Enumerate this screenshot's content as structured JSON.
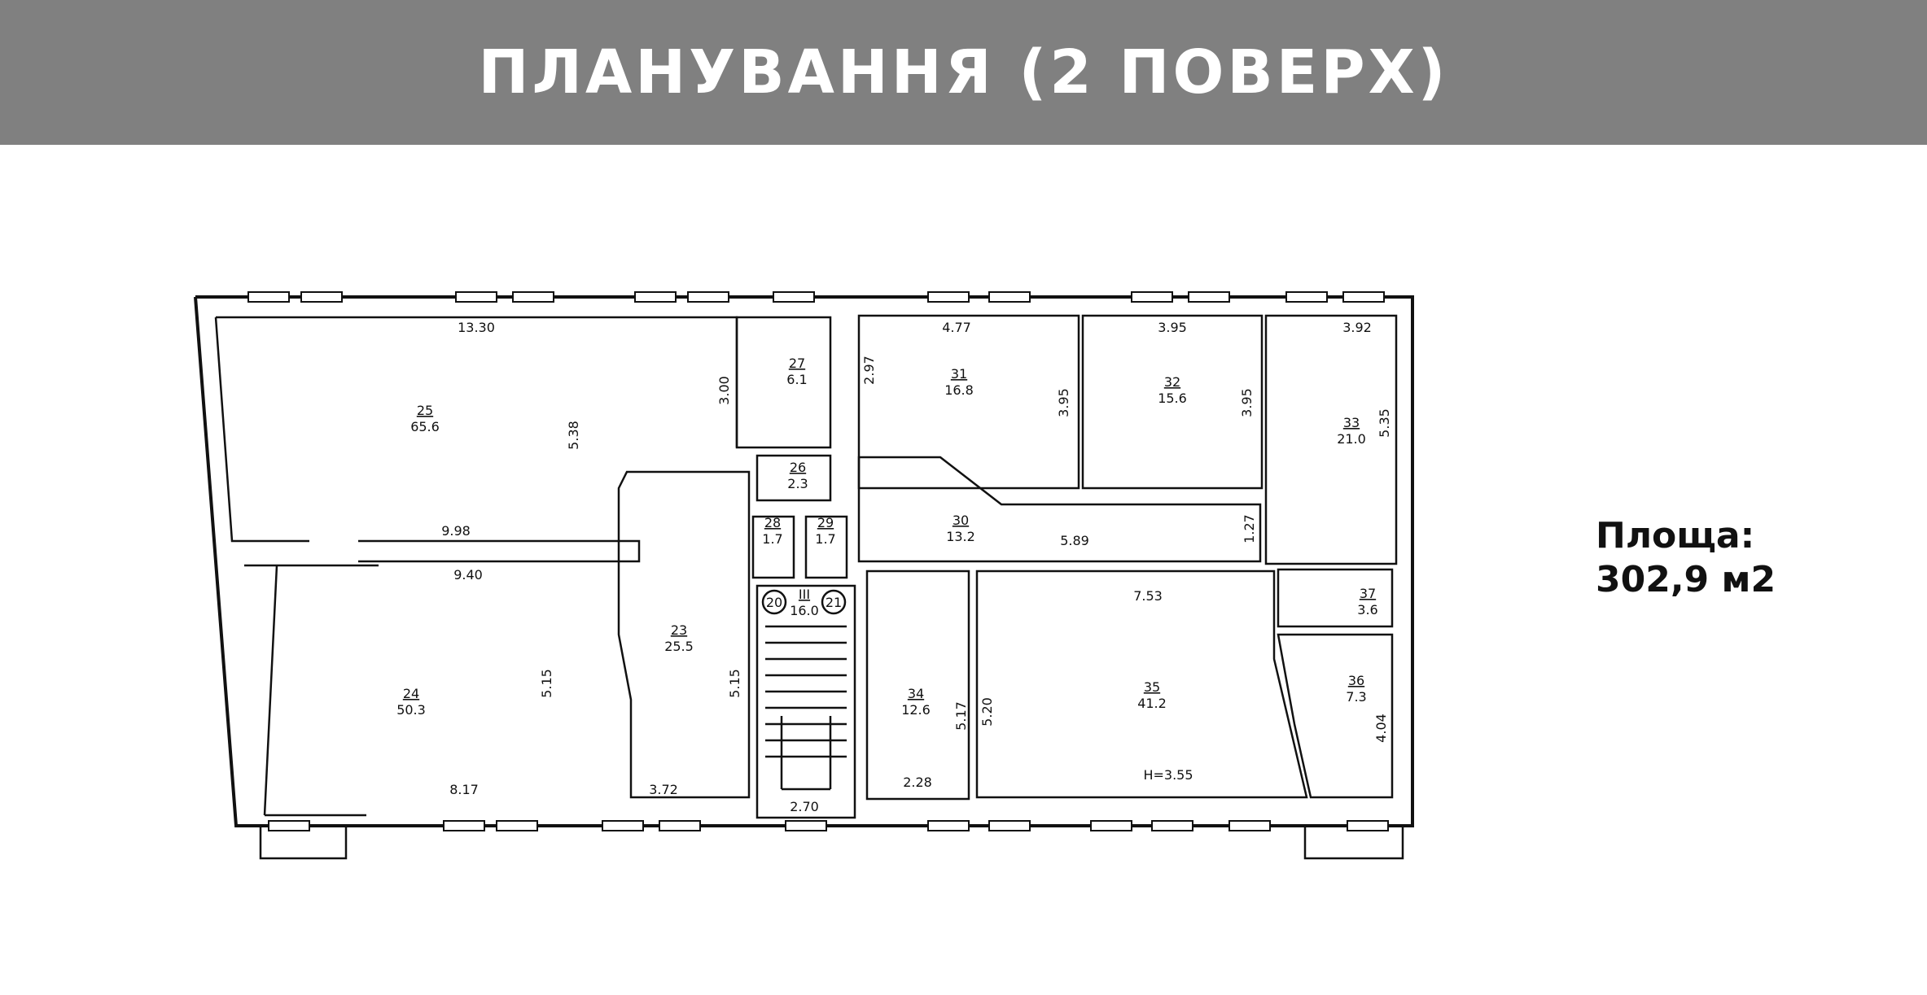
{
  "header": {
    "title": "ПЛАНУВАННЯ (2 ПОВЕРХ)"
  },
  "area": {
    "label": "Площа:",
    "value": "302,9 м2"
  },
  "rooms": [
    {
      "id": "25",
      "area": "65.6"
    },
    {
      "id": "27",
      "area": "6.1"
    },
    {
      "id": "31",
      "area": "16.8"
    },
    {
      "id": "32",
      "area": "15.6"
    },
    {
      "id": "33",
      "area": "21.0"
    },
    {
      "id": "26",
      "area": "2.3"
    },
    {
      "id": "30",
      "area": "13.2"
    },
    {
      "id": "28",
      "area": "1.7"
    },
    {
      "id": "29",
      "area": "1.7"
    },
    {
      "id": "III",
      "area": "16.0"
    },
    {
      "id": "23",
      "area": "25.5"
    },
    {
      "id": "24",
      "area": "50.3"
    },
    {
      "id": "34",
      "area": "12.6"
    },
    {
      "id": "35",
      "area": "41.2"
    },
    {
      "id": "37",
      "area": "3.6"
    },
    {
      "id": "36",
      "area": "7.3"
    }
  ],
  "dimensions": [
    "13.30",
    "3.00",
    "5.38",
    "9.98",
    "2.97",
    "4.77",
    "3.95",
    "3.95",
    "3.95",
    "3.92",
    "5.35",
    "5.89",
    "1.27",
    "9.40",
    "5.15",
    "5.15",
    "8.17",
    "3.72",
    "2.70",
    "5.17",
    "5.20",
    "7.53",
    "2.28",
    "4.04"
  ],
  "height_note": "H=3.55",
  "stair_markers": [
    "20",
    "21"
  ]
}
